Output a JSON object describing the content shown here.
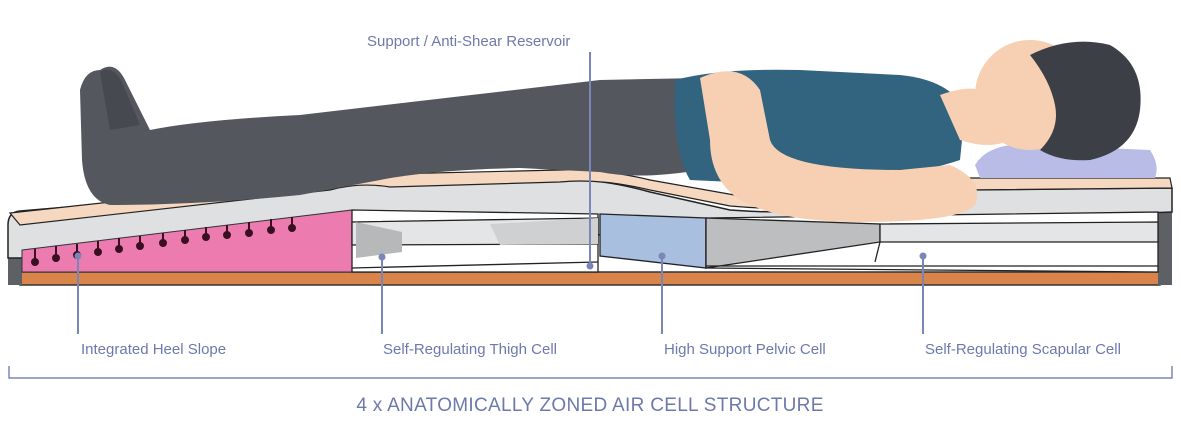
{
  "labels": {
    "reservoir": "Support / Anti-Shear Reservoir",
    "heel": "Integrated Heel Slope",
    "thigh": "Self-Regulating Thigh Cell",
    "pelvic": "High Support Pelvic Cell",
    "scapular": "Self-Regulating Scapular Cell"
  },
  "title": "4 x ANATOMICALLY ZONED AIR CELL STRUCTURE",
  "colors": {
    "label": "#6e79ab",
    "heel_cell": "#ec7bb0",
    "pelvic_cell": "#a9bfe0",
    "base": "#d9844a",
    "shirt": "#32637f",
    "trousers": "#55575f",
    "skin": "#f7cfb3",
    "hair": "#3c3f46",
    "pillow": "#b8bce6"
  }
}
